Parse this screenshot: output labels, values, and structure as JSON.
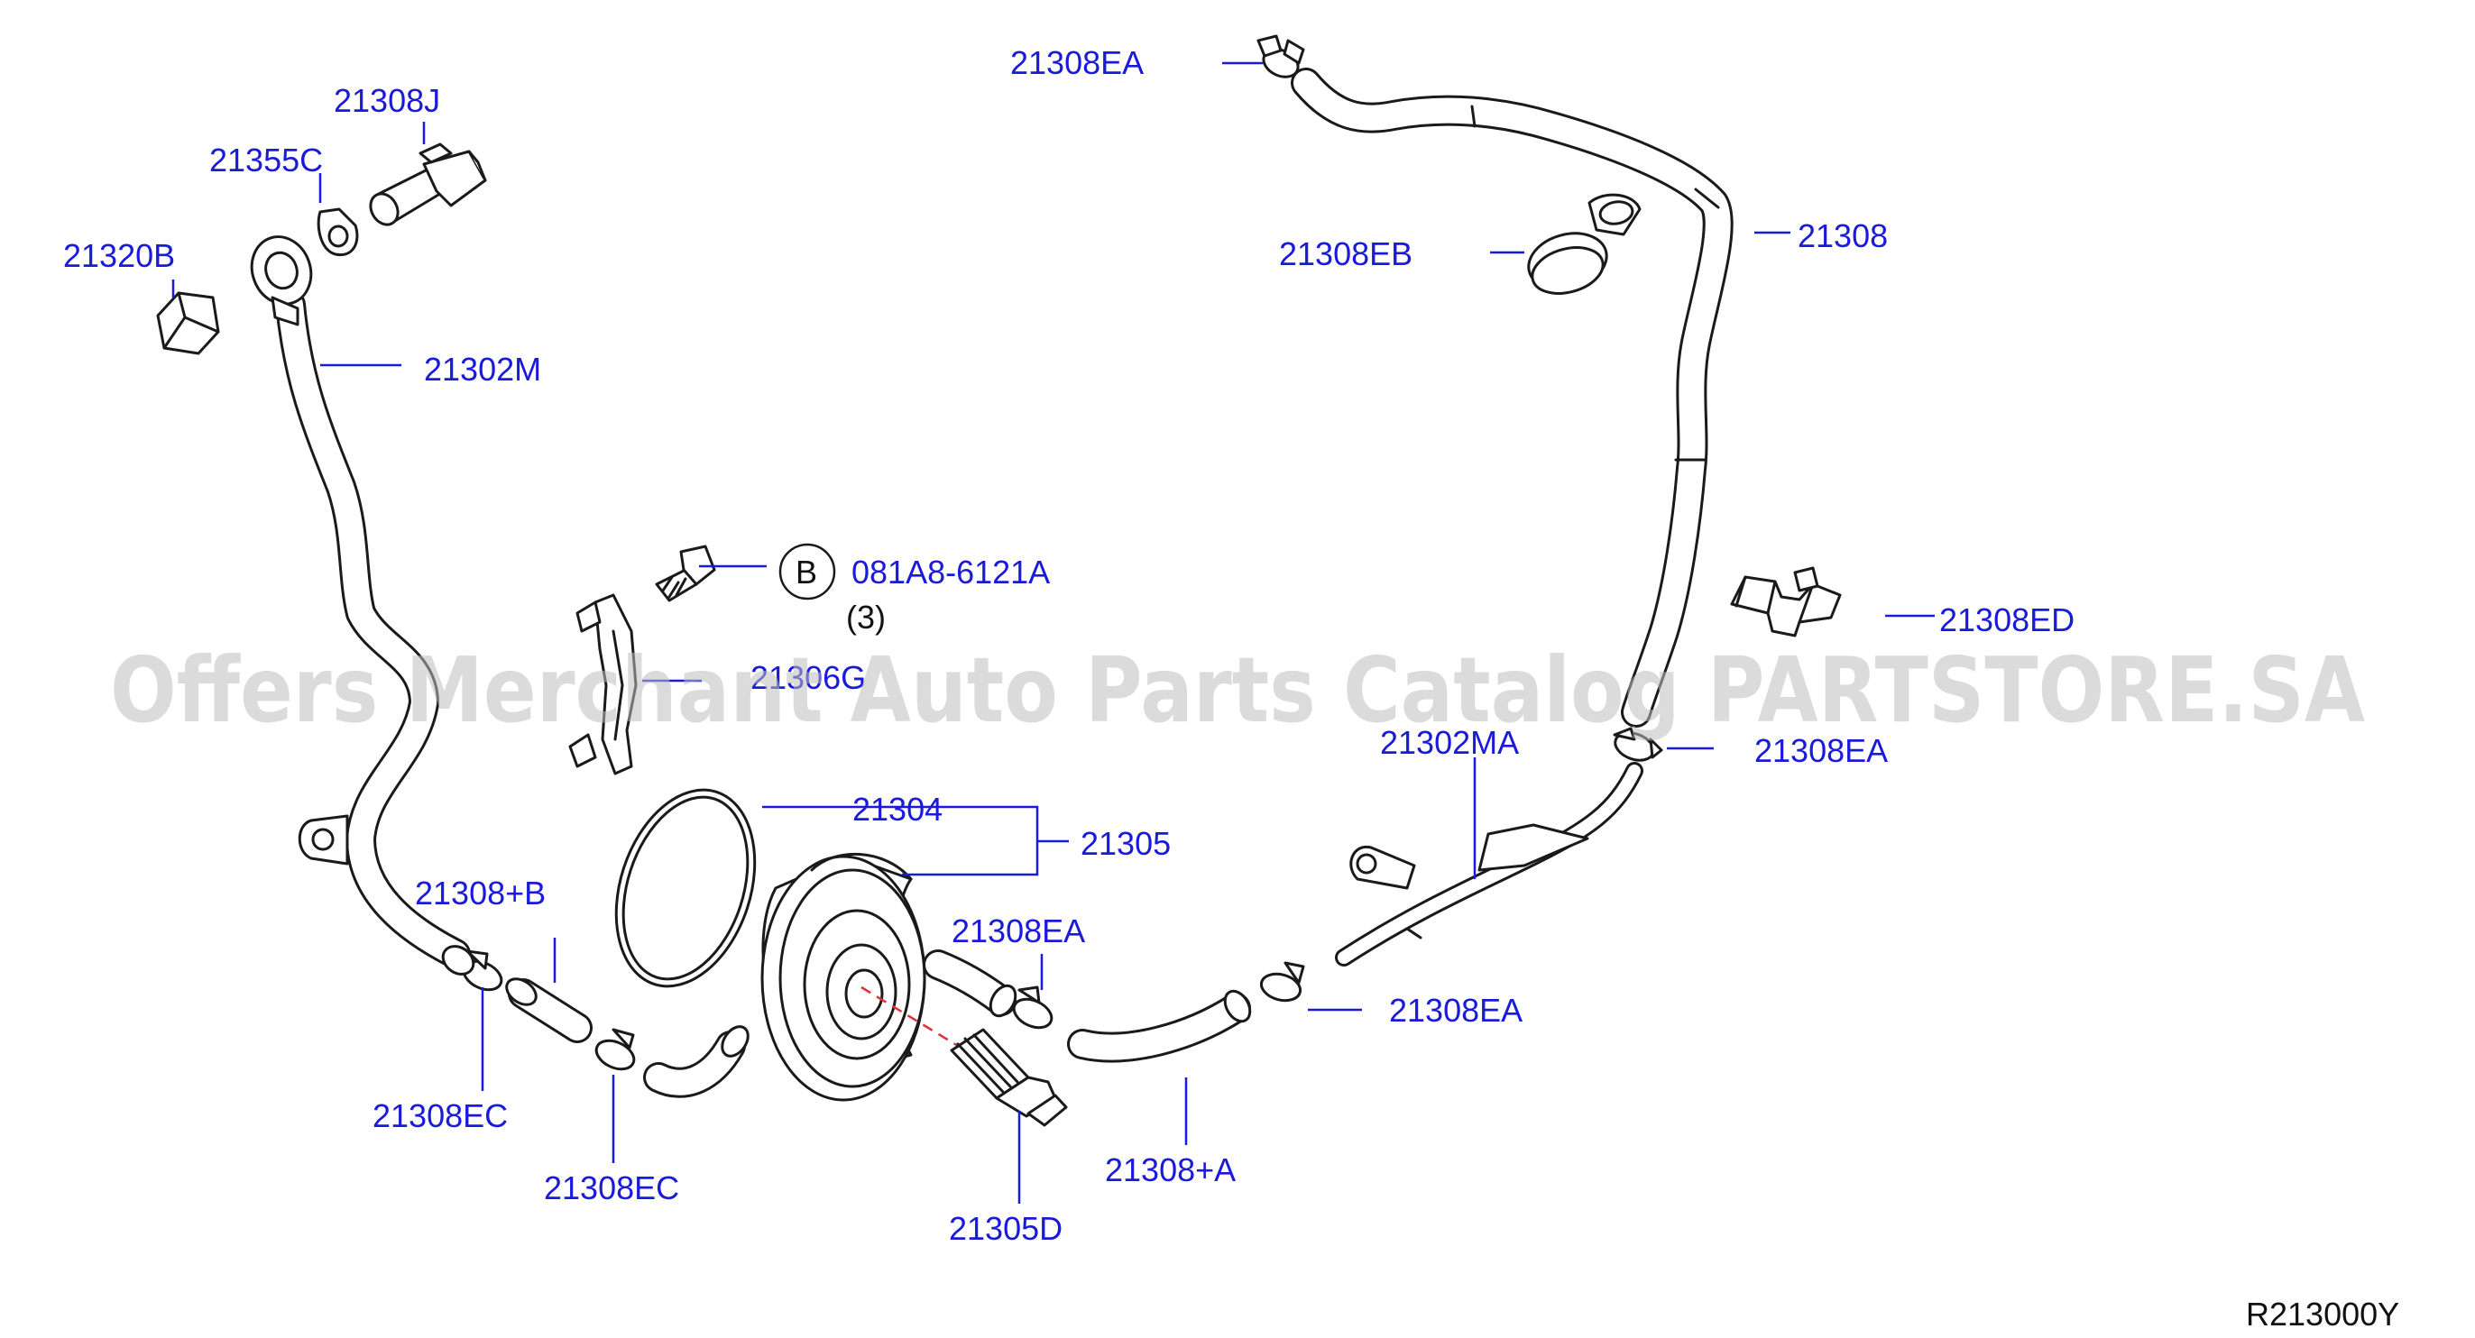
{
  "watermark": "Offers Merchant Auto Parts Catalog PARTSTORE.SA",
  "diagram_code": "R213000Y",
  "bolt_callout": {
    "circle_letter": "B",
    "part_number": "081A8-6121A",
    "quantity": "(3)"
  },
  "part_labels": {
    "p21308EA_top": "21308EA",
    "p21308J": "21308J",
    "p21355C": "21355C",
    "p21320B": "21320B",
    "p21302M": "21302M",
    "p21308EB": "21308EB",
    "p21308": "21308",
    "p21308ED": "21308ED",
    "p21306G": "21306G",
    "p21302MA": "21302MA",
    "p21308EA_mid": "21308EA",
    "p21304": "21304",
    "p21305": "21305",
    "p21308B": "21308+B",
    "p21308EA_cooler": "21308EA",
    "p21308EA_lower": "21308EA",
    "p21308EC_left": "21308EC",
    "p21308EC_right": "21308EC",
    "p21308A": "21308+A",
    "p21305D": "21305D"
  }
}
